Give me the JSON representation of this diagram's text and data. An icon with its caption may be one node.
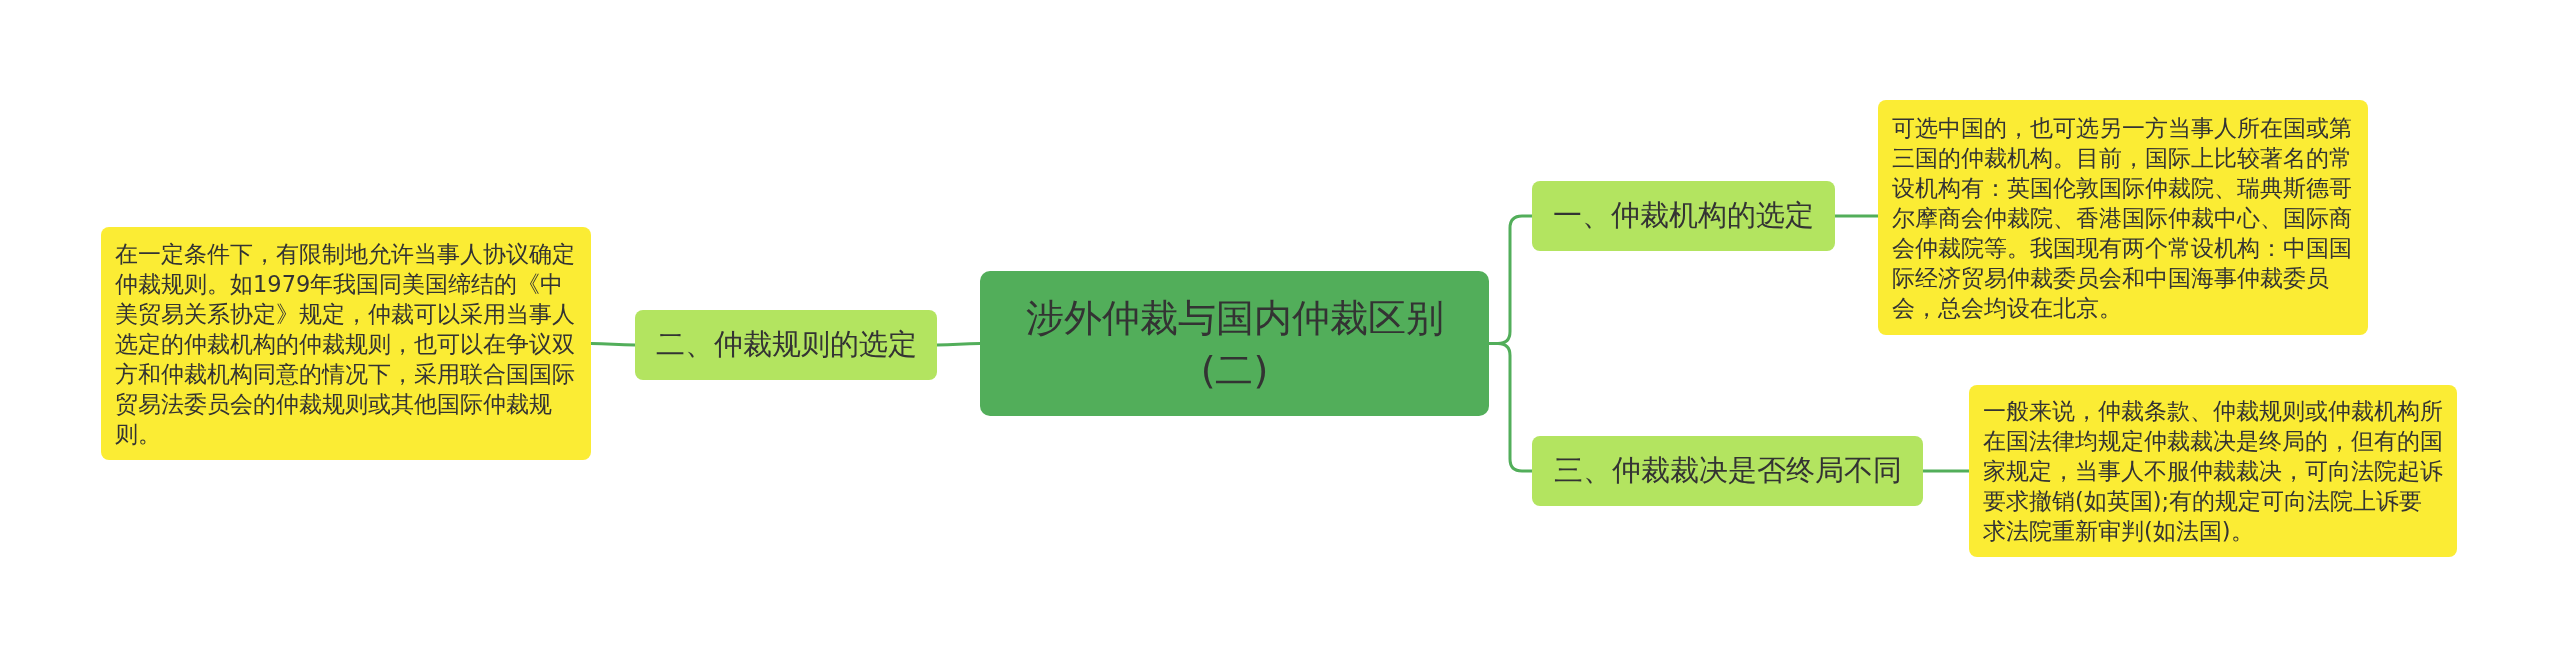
{
  "diagram": {
    "nodes": [
      {
        "text": [
          "涉外仲裁与国内仲裁区别(二)"
        ]
      },
      {
        "text": [
          "二、仲裁规则的选定"
        ]
      },
      {
        "text": [
          "在一定条件下，有限制地允许当事人协议确定仲裁规则。如1979年我国同美国缔结的《中美贸易关系协定》规定，仲裁可以采用当事人选定的仲裁机构的仲裁规则，也可以在争议双方和仲裁机构同意的情况下，采用联合国国际贸易法委员会的仲裁规则或其他国际仲裁规则。"
        ]
      },
      {
        "text": [
          "一、仲裁机构的选定"
        ]
      },
      {
        "text": [
          "可选中国的，也可选另一方当事人所在国或第三国的仲裁机构。目前，国际上比较著名的常设机构有：英国伦敦国际仲裁院、瑞典斯德哥尔摩商会仲裁院、香港国际仲裁中心、国际商会仲裁院等。我国现有两个常设机构：中国国际经济贸易仲裁委员会和中国海事仲裁委员会，总会均设在北京。"
        ]
      },
      {
        "text": [
          "三、仲裁裁决是否终局不同"
        ]
      },
      {
        "text": [
          "一般来说，仲裁条款、仲裁规则或仲裁机构所在国法律均规定仲裁裁决是终局的，但有的国家规定，当事人不服仲裁裁决，可向法院起诉要求撤销(如英国);有的规定可向法院上诉要求法院重新审判(如法国)。"
        ]
      }
    ],
    "edges": [
      {
        "from": 0,
        "to": 1,
        "arrow": "none"
      },
      {
        "from": 1,
        "to": 2,
        "arrow": "none"
      },
      {
        "from": 0,
        "to": 3,
        "arrow": "none"
      },
      {
        "from": 3,
        "to": 4,
        "arrow": "none"
      },
      {
        "from": 0,
        "to": 5,
        "arrow": "none"
      },
      {
        "from": 5,
        "to": 6,
        "arrow": "none"
      }
    ]
  }
}
